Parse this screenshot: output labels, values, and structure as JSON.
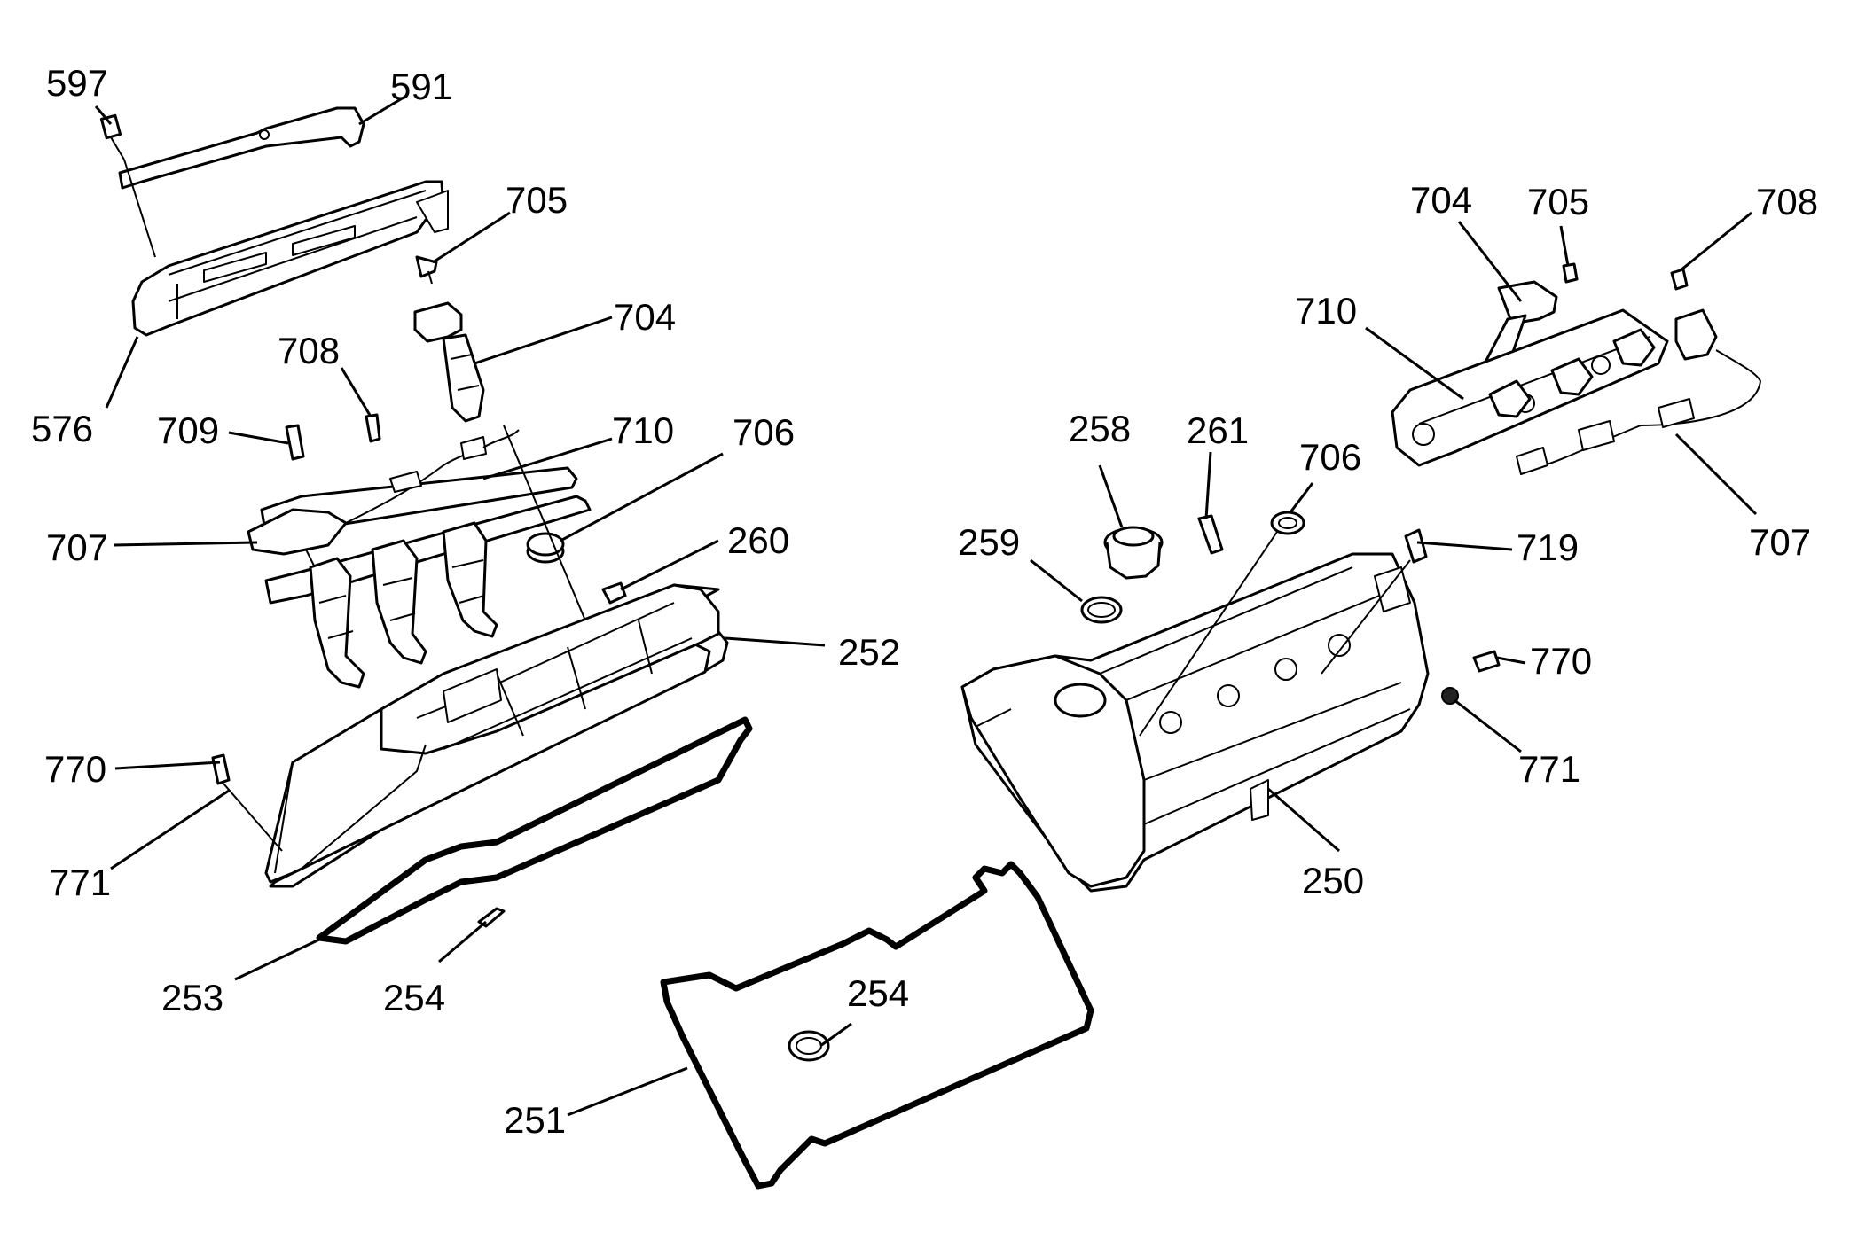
{
  "diagram": {
    "callouts": [
      {
        "id": "c597",
        "label": "597"
      },
      {
        "id": "c591",
        "label": "591"
      },
      {
        "id": "c705l",
        "label": "705"
      },
      {
        "id": "c704l",
        "label": "704"
      },
      {
        "id": "c708l",
        "label": "708"
      },
      {
        "id": "c576",
        "label": "576"
      },
      {
        "id": "c709",
        "label": "709"
      },
      {
        "id": "c710l",
        "label": "710"
      },
      {
        "id": "c706l",
        "label": "706"
      },
      {
        "id": "c707l",
        "label": "707"
      },
      {
        "id": "c260",
        "label": "260"
      },
      {
        "id": "c252",
        "label": "252"
      },
      {
        "id": "c770l",
        "label": "770"
      },
      {
        "id": "c771l",
        "label": "771"
      },
      {
        "id": "c253",
        "label": "253"
      },
      {
        "id": "c254l",
        "label": "254"
      },
      {
        "id": "c704r",
        "label": "704"
      },
      {
        "id": "c705r",
        "label": "705"
      },
      {
        "id": "c708r",
        "label": "708"
      },
      {
        "id": "c710r",
        "label": "710"
      },
      {
        "id": "c258",
        "label": "258"
      },
      {
        "id": "c261",
        "label": "261"
      },
      {
        "id": "c706r",
        "label": "706"
      },
      {
        "id": "c259",
        "label": "259"
      },
      {
        "id": "c719",
        "label": "719"
      },
      {
        "id": "c707r",
        "label": "707"
      },
      {
        "id": "c770r",
        "label": "770"
      },
      {
        "id": "c771r",
        "label": "771"
      },
      {
        "id": "c250",
        "label": "250"
      },
      {
        "id": "c254r",
        "label": "254"
      },
      {
        "id": "c251",
        "label": "251"
      }
    ]
  }
}
